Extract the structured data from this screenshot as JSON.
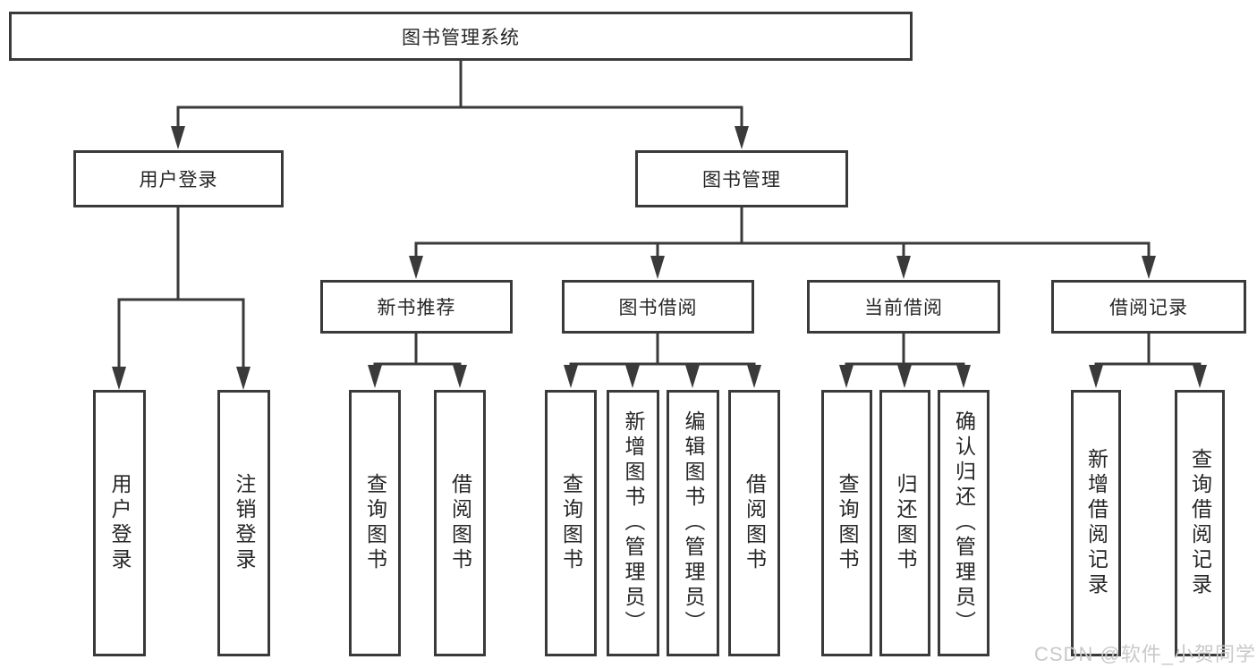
{
  "colors": {
    "line": "#3a3a3a",
    "node_border": "#3a3a3a",
    "node_background": "#ffffff",
    "text": "#262626",
    "watermark_text": "#c9c9c9",
    "page_background": "#ffffff"
  },
  "watermark": {
    "text": "CSDN @软件_小贺同学"
  },
  "diagram": {
    "type": "hierarchy-tree",
    "root": {
      "label": "图书管理系统",
      "children": [
        {
          "label": "用户登录",
          "children": [
            {
              "label": "用户登录"
            },
            {
              "label": "注销登录"
            }
          ]
        },
        {
          "label": "图书管理",
          "children": [
            {
              "label": "新书推荐",
              "children": [
                {
                  "label": "查询图书"
                },
                {
                  "label": "借阅图书"
                }
              ]
            },
            {
              "label": "图书借阅",
              "children": [
                {
                  "label": "查询图书"
                },
                {
                  "label": "新增图书（管理员）"
                },
                {
                  "label": "编辑图书（管理员）"
                },
                {
                  "label": "借阅图书"
                }
              ]
            },
            {
              "label": "当前借阅",
              "children": [
                {
                  "label": "查询图书"
                },
                {
                  "label": "归还图书"
                },
                {
                  "label": "确认归还（管理员）"
                }
              ]
            },
            {
              "label": "借阅记录",
              "children": [
                {
                  "label": "新增借阅记录"
                },
                {
                  "label": "查询借阅记录"
                }
              ]
            }
          ]
        }
      ]
    }
  }
}
